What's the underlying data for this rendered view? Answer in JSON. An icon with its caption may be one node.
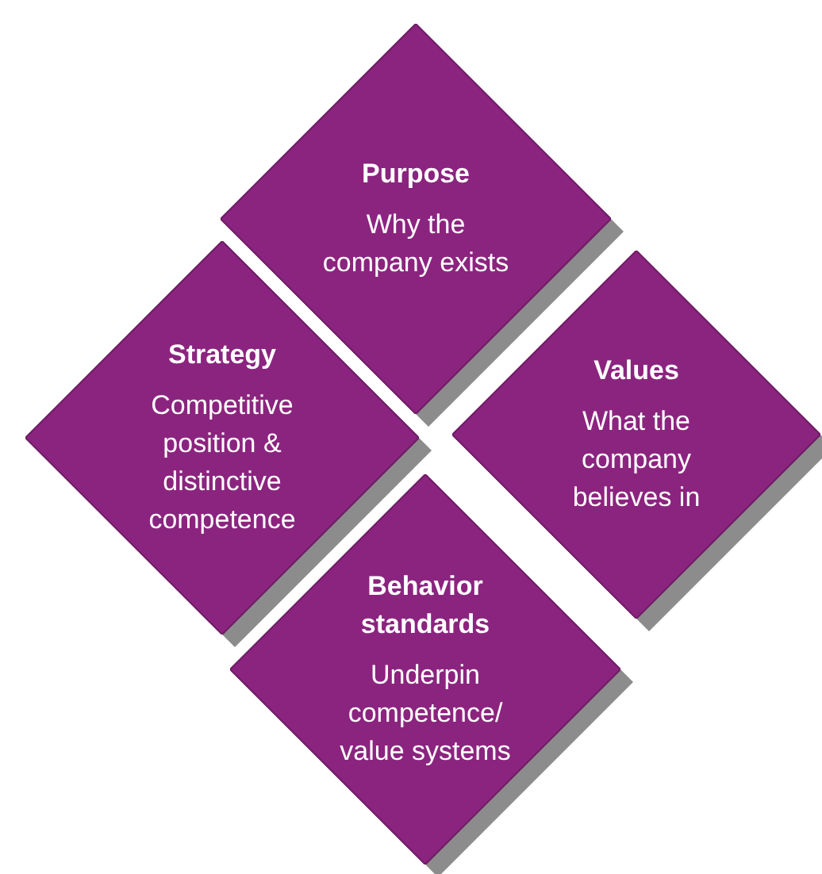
{
  "diagram": {
    "nodes": [
      {
        "text": [
          "Purpose",
          "Why the company exists"
        ]
      },
      {
        "text": [
          "Strategy",
          "Competitive position & distinctive competence"
        ]
      },
      {
        "text": [
          "Values",
          "What the company believes in"
        ]
      },
      {
        "text": [
          "Behavior standards",
          "Underpin competence/ value systems"
        ]
      }
    ]
  }
}
